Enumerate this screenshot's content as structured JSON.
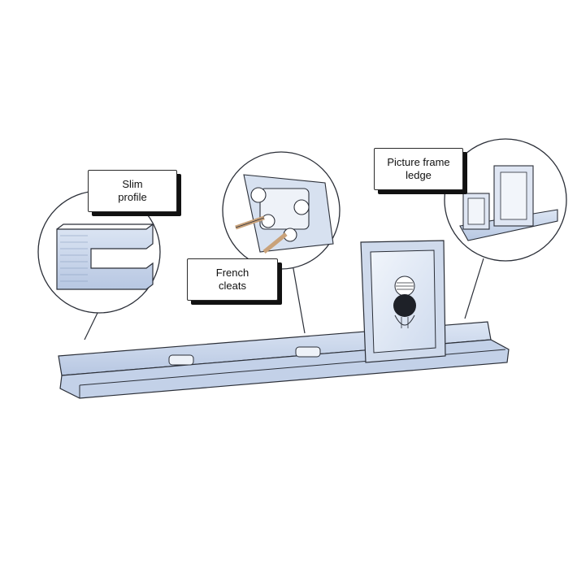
{
  "callouts": {
    "slim_profile": {
      "line1": "Slim",
      "line2": "profile"
    },
    "french_cleats": {
      "line1": "French",
      "line2": "cleats"
    },
    "picture_frame_ledge": {
      "line1": "Picture frame",
      "line2": "ledge"
    }
  },
  "colors": {
    "shelf_fill": "#c9d6ea",
    "shelf_edge": "#9fb3d3",
    "outline": "#2b2f38",
    "frame_fill": "#dfe6f3"
  },
  "icons": [
    "shelf-illustration",
    "slim-profile-detail",
    "french-cleat-detail",
    "picture-ledge-detail"
  ]
}
